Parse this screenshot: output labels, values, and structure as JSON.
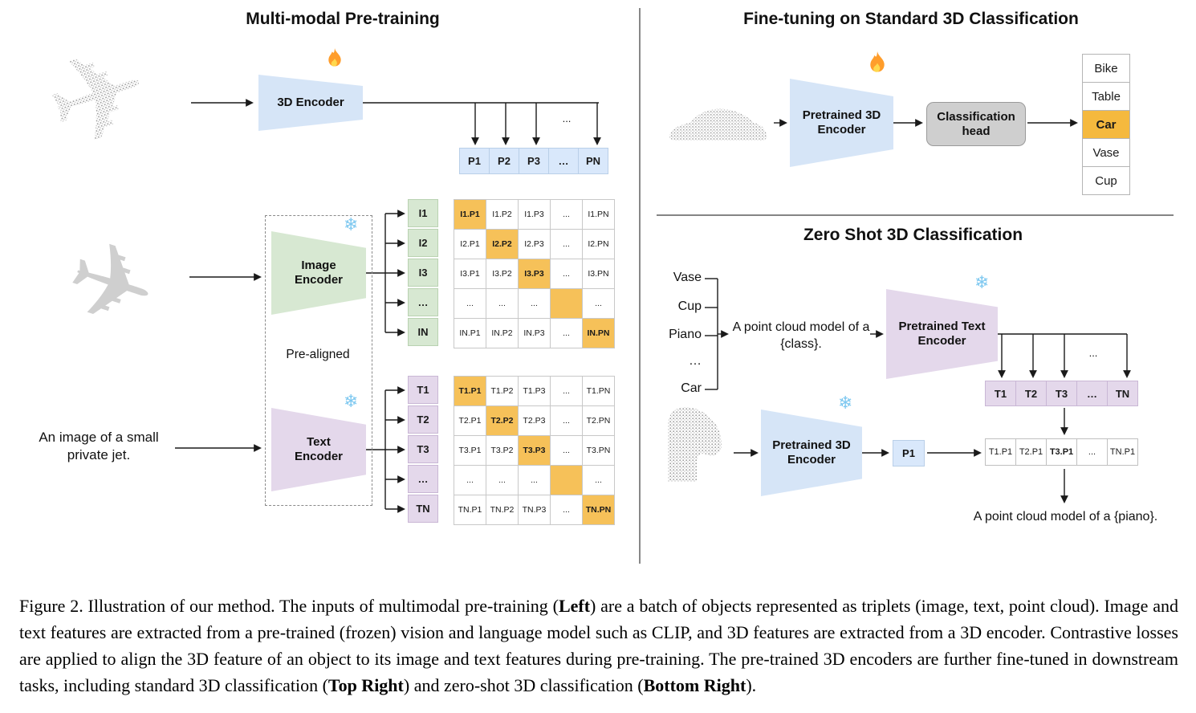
{
  "ellipsis": "...",
  "icons": {
    "snowflake": "❄",
    "fire": "flame"
  },
  "colors": {
    "highlight": "#F6C159",
    "blue_fill": "#D6E5F7",
    "blue_cell": "#D9E8FB",
    "green_fill": "#D7E8D2",
    "purple_fill": "#E4D8EB",
    "gray_box": "#CFCFCF"
  },
  "left": {
    "title": "Multi-modal Pre-training",
    "encoder3d_label": "3D Encoder",
    "image_encoder_label": "Image Encoder",
    "text_encoder_label": "Text Encoder",
    "prealigned_label": "Pre-aligned",
    "image_text": "An image of a small private jet.",
    "p_row": [
      {
        "t": "P1"
      },
      {
        "t": "P2"
      },
      {
        "t": "P3"
      },
      {
        "t": "…"
      },
      {
        "t": "PN"
      }
    ],
    "i_col": [
      {
        "t": "I1"
      },
      {
        "t": "I2"
      },
      {
        "t": "I3"
      },
      {
        "t": "…"
      },
      {
        "t": "IN"
      }
    ],
    "t_col": [
      {
        "t": "T1"
      },
      {
        "t": "T2"
      },
      {
        "t": "T3"
      },
      {
        "t": "…"
      },
      {
        "t": "TN"
      }
    ],
    "i_matrix": [
      [
        {
          "t": "I1.P1",
          "hl": true
        },
        {
          "t": "I1.P2"
        },
        {
          "t": "I1.P3"
        },
        {
          "t": "..."
        },
        {
          "t": "I1.PN"
        }
      ],
      [
        {
          "t": "I2.P1"
        },
        {
          "t": "I2.P2",
          "hl": true
        },
        {
          "t": "I2.P3"
        },
        {
          "t": "..."
        },
        {
          "t": "I2.PN"
        }
      ],
      [
        {
          "t": "I3.P1"
        },
        {
          "t": "I3.P2"
        },
        {
          "t": "I3.P3",
          "hl": true
        },
        {
          "t": "..."
        },
        {
          "t": "I3.PN"
        }
      ],
      [
        {
          "t": "..."
        },
        {
          "t": "..."
        },
        {
          "t": "..."
        },
        {
          "t": "",
          "hl": true
        },
        {
          "t": "..."
        }
      ],
      [
        {
          "t": "IN.P1"
        },
        {
          "t": "IN.P2"
        },
        {
          "t": "IN.P3"
        },
        {
          "t": "..."
        },
        {
          "t": "IN.PN",
          "hl": true
        }
      ]
    ],
    "t_matrix": [
      [
        {
          "t": "T1.P1",
          "hl": true
        },
        {
          "t": "T1.P2"
        },
        {
          "t": "T1.P3"
        },
        {
          "t": "..."
        },
        {
          "t": "T1.PN"
        }
      ],
      [
        {
          "t": "T2.P1"
        },
        {
          "t": "T2.P2",
          "hl": true
        },
        {
          "t": "T2.P3"
        },
        {
          "t": "..."
        },
        {
          "t": "T2.PN"
        }
      ],
      [
        {
          "t": "T3.P1"
        },
        {
          "t": "T3.P2"
        },
        {
          "t": "T3.P3",
          "hl": true
        },
        {
          "t": "..."
        },
        {
          "t": "T3.PN"
        }
      ],
      [
        {
          "t": "..."
        },
        {
          "t": "..."
        },
        {
          "t": "..."
        },
        {
          "t": "",
          "hl": true
        },
        {
          "t": "..."
        }
      ],
      [
        {
          "t": "TN.P1"
        },
        {
          "t": "TN.P2"
        },
        {
          "t": "TN.P3"
        },
        {
          "t": "..."
        },
        {
          "t": "TN.PN",
          "hl": true
        }
      ]
    ]
  },
  "top_right": {
    "title": "Fine-tuning on Standard 3D Classification",
    "encoder_label": "Pretrained 3D Encoder",
    "head_label": "Classification head",
    "classes": [
      {
        "t": "Bike"
      },
      {
        "t": "Table"
      },
      {
        "t": "Car",
        "hl": true
      },
      {
        "t": "Vase"
      },
      {
        "t": "Cup"
      }
    ]
  },
  "bottom_right": {
    "title": "Zero Shot 3D Classification",
    "class_words": [
      "Vase",
      "Cup",
      "Piano",
      "…",
      "Car"
    ],
    "prompt": "A point cloud model of a {class}.",
    "text_encoder_label": "Pretrained Text Encoder",
    "encoder3d_label": "Pretrained 3D Encoder",
    "p1_label": "P1",
    "t_row": [
      {
        "t": "T1"
      },
      {
        "t": "T2"
      },
      {
        "t": "T3"
      },
      {
        "t": "…"
      },
      {
        "t": "TN"
      }
    ],
    "result_row": [
      {
        "t": "T1.P1"
      },
      {
        "t": "T2.P1"
      },
      {
        "t": "T3.P1",
        "hl": true
      },
      {
        "t": "..."
      },
      {
        "t": "TN.P1"
      }
    ],
    "result_caption": "A point cloud model of a {piano}."
  },
  "caption": {
    "p1": "Figure 2. Illustration of our method. The inputs of multimodal pre-training (",
    "b1": "Left",
    "p2": ") are a batch of objects represented as triplets (image, text, point cloud). Image and text features are extracted from a pre-trained (frozen) vision and language model such as CLIP, and 3D features are extracted from a 3D encoder. Contrastive losses are applied to align the 3D feature of an object to its image and text features during pre-training. The pre-trained 3D encoders are further fine-tuned in downstream tasks, including standard 3D classification (",
    "b2": "Top Right",
    "p3": ") and zero-shot 3D classification (",
    "b3": "Bottom Right",
    "p4": ")."
  }
}
